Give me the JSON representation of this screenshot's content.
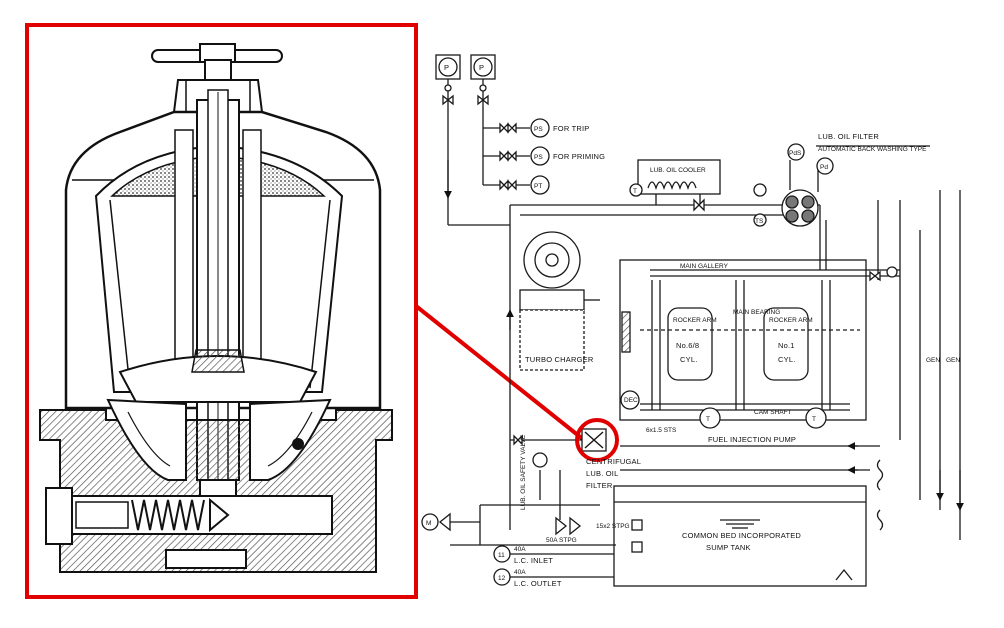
{
  "colors": {
    "highlight": "#e00000",
    "line": "#1a1a1a",
    "hatch": "#555555",
    "background": "#ffffff"
  },
  "gauges": {
    "p1": "P",
    "p2": "P",
    "ps_trip": "PS",
    "ps_priming": "PS",
    "pt": "PT",
    "pds": "PdS",
    "pd": "Pd",
    "t": "T",
    "ts": "TS",
    "m": "M",
    "circle1": "11",
    "circle2": "12"
  },
  "labels": {
    "for_trip": "FOR TRIP",
    "for_priming": "FOR PRIMING",
    "lub_oil_cooler": "LUB. OIL COOLER",
    "lub_oil_filter": "LUB. OIL FILTER",
    "lub_oil_filter_type": "AUTOMATIC BACK WASHING TYPE",
    "main_gallery": "MAIN GALLERY",
    "main_bearing": "MAIN BEARING",
    "turbo_charger": "TURBO CHARGER",
    "rocker_arm_left": "ROCKER ARM",
    "cyl_left_no": "No.6/8",
    "cyl_left": "CYL.",
    "rocker_arm_right": "ROCKER ARM",
    "cyl_right_no": "No.1",
    "cyl_right": "CYL.",
    "cam_shaft": "CAM SHAFT",
    "fuel_injection_pump": "FUEL INJECTION PUMP",
    "centrifugal_filter_1": "CENTRIFUGAL",
    "centrifugal_filter_2": "LUB. OIL",
    "centrifugal_filter_3": "FILTER",
    "safety_valve": "LUB. OIL SAFETY VALVE",
    "sump_tank_1": "COMMON BED INCORPORATED",
    "sump_tank_2": "SUMP TANK",
    "gen": "GEN",
    "gen2": "GEN",
    "lc_inlet": "L.C. INLET",
    "lc_outlet": "L.C. OUTLET",
    "size_1": "40A",
    "size_2": "40A",
    "size_3": "50A STPG",
    "size_4": "6x1.5 STS",
    "dec": "DEC",
    "spec_note": "15x2 STPG"
  }
}
